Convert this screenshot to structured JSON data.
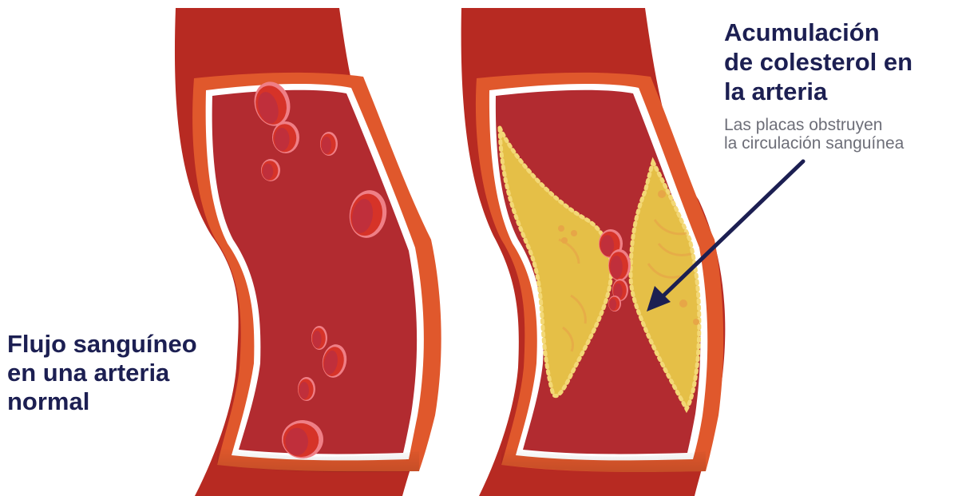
{
  "normal_artery": {
    "title_lines": [
      "Flujo sanguíneo",
      "en una arteria",
      "normal"
    ]
  },
  "blocked_artery": {
    "title_lines": [
      "Acumulación",
      "de colesterol en",
      "la arteria"
    ],
    "subtitle_lines": [
      "Las placas obstruyen",
      "la circulación sanguínea"
    ]
  },
  "colors": {
    "outer_wall": "#b72a22",
    "middle_wall": "#e0582c",
    "lumen": "#b22b30",
    "blood_cell": "#d63328",
    "plaque": "#e5bf47",
    "arrow": "#1c1f52",
    "text_dark": "#1c1f52",
    "text_gray": "#6d6e78"
  }
}
